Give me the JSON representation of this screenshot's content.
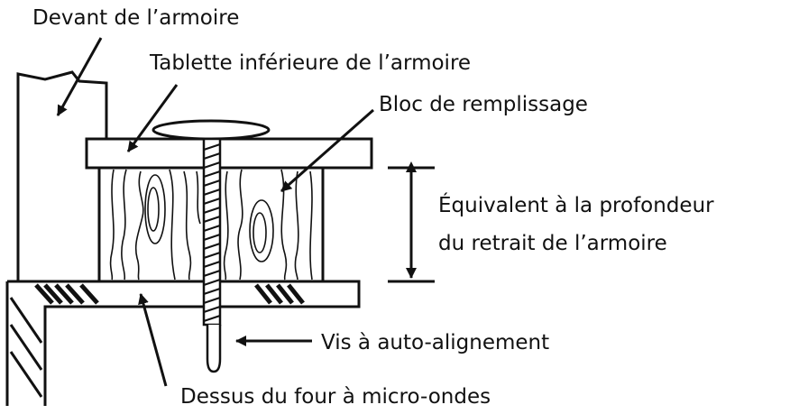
{
  "diagram": {
    "labels": {
      "cabinet_front": "Devant de l’armoire",
      "cabinet_bottom_shelf": "Tablette inférieure de l’armoire",
      "filler_block": "Bloc de remplissage",
      "recess_depth_line1": "Équivalent à la profondeur",
      "recess_depth_line2": "du retrait de l’armoire",
      "self_aligning_screw": "Vis à auto-alignement",
      "microwave_top": "Dessus du four à micro-ondes"
    }
  }
}
